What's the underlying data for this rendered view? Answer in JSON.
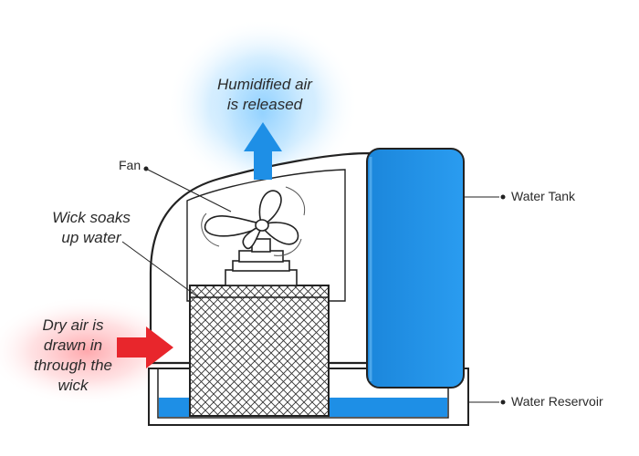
{
  "labels": {
    "humidified_line1": "Humidified air",
    "humidified_line2": "is released",
    "fan": "Fan",
    "wick_line1": "Wick soaks",
    "wick_line2": "up water",
    "dry_line1": "Dry air is",
    "dry_line2": "drawn in",
    "dry_line3": "through the",
    "dry_line4": "wick",
    "water_tank": "Water Tank",
    "water_reservoir": "Water Reservoir"
  },
  "colors": {
    "water_blue": "#1e8fe6",
    "arrow_up_blue": "#1e8fe6",
    "glow_blue": "#8fd0ff",
    "arrow_red": "#e8262c",
    "glow_red": "#ffb5b8",
    "outline": "#222222"
  },
  "icons": [
    "fan-icon",
    "wick-mesh",
    "up-arrow-icon",
    "right-arrow-icon"
  ]
}
